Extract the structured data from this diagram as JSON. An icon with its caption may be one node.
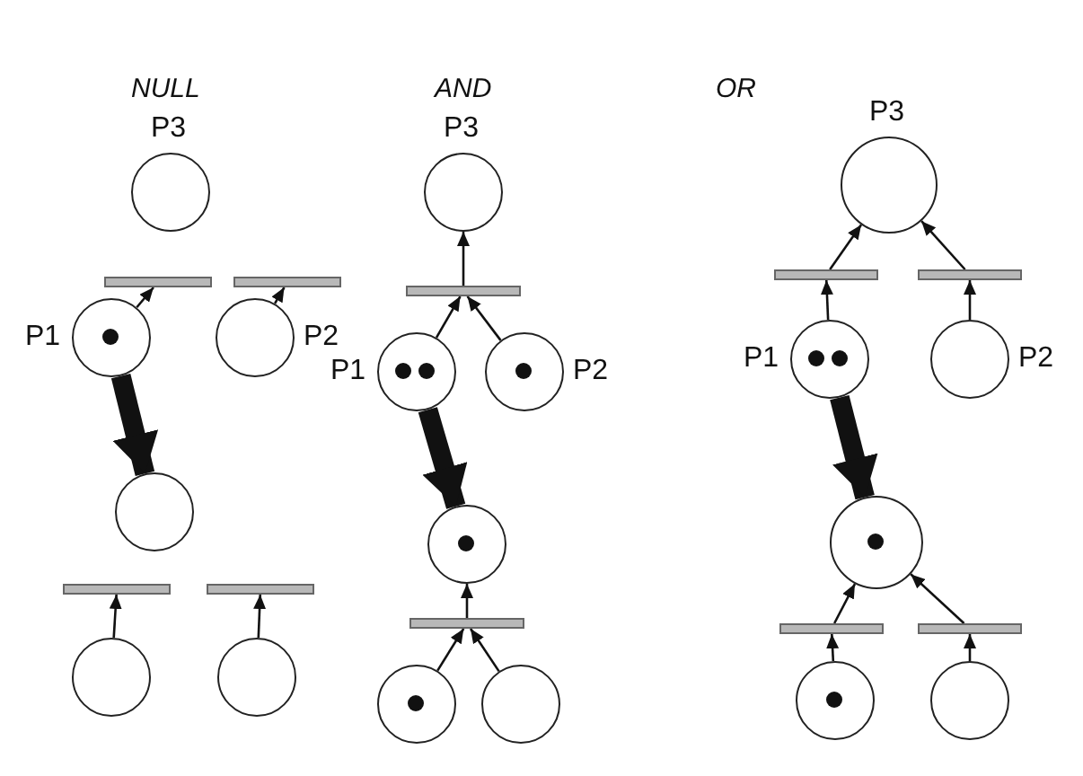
{
  "diagram": {
    "nodes": [
      {
        "text": [],
        "shape": "circle",
        "beside": [
          "P3"
        ]
      },
      {
        "text": [],
        "shape": "bar"
      },
      {
        "text": [],
        "shape": "bar"
      },
      {
        "text": [],
        "shape": "circle",
        "beside": [
          "P1"
        ]
      },
      {
        "text": [],
        "shape": "dot",
        "in": 3
      },
      {
        "text": [],
        "shape": "circle",
        "beside": [
          "P2"
        ]
      },
      {
        "text": [],
        "shape": "circle"
      },
      {
        "text": [],
        "shape": "bar"
      },
      {
        "text": [],
        "shape": "bar"
      },
      {
        "text": [],
        "shape": "circle"
      },
      {
        "text": [],
        "shape": "circle"
      },
      {
        "text": [],
        "shape": "circle",
        "beside": [
          "P3"
        ]
      },
      {
        "text": [],
        "shape": "bar"
      },
      {
        "text": [],
        "shape": "circle",
        "beside": [
          "P1"
        ]
      },
      {
        "text": [],
        "shape": "dot",
        "in": 13
      },
      {
        "text": [],
        "shape": "dot",
        "in": 13
      },
      {
        "text": [],
        "shape": "circle",
        "beside": [
          "P2"
        ]
      },
      {
        "text": [],
        "shape": "dot",
        "in": 16
      },
      {
        "text": [],
        "shape": "circle"
      },
      {
        "text": [],
        "shape": "dot",
        "in": 18
      },
      {
        "text": [],
        "shape": "bar"
      },
      {
        "text": [],
        "shape": "circle"
      },
      {
        "text": [],
        "shape": "dot",
        "in": 21
      },
      {
        "text": [],
        "shape": "circle"
      },
      {
        "text": [],
        "shape": "circle",
        "beside": [
          "P3"
        ]
      },
      {
        "text": [],
        "shape": "bar"
      },
      {
        "text": [],
        "shape": "bar"
      },
      {
        "text": [],
        "shape": "circle",
        "beside": [
          "P1"
        ]
      },
      {
        "text": [],
        "shape": "dot",
        "in": 27
      },
      {
        "text": [],
        "shape": "dot",
        "in": 27
      },
      {
        "text": [],
        "shape": "circle",
        "beside": [
          "P2"
        ]
      },
      {
        "text": [],
        "shape": "circle"
      },
      {
        "text": [],
        "shape": "dot",
        "in": 31
      },
      {
        "text": [],
        "shape": "bar"
      },
      {
        "text": [],
        "shape": "bar"
      },
      {
        "text": [],
        "shape": "circle"
      },
      {
        "text": [],
        "shape": "dot",
        "in": 35
      },
      {
        "text": [],
        "shape": "circle"
      }
    ],
    "edges": [
      {
        "from": 3,
        "to": 1,
        "arrow": "to"
      },
      {
        "from": 5,
        "to": 2,
        "arrow": "to"
      },
      {
        "from": 9,
        "to": 7,
        "arrow": "to"
      },
      {
        "from": 10,
        "to": 8,
        "arrow": "to"
      },
      {
        "from": 3,
        "to": 6,
        "arrow": "to",
        "style": "thick"
      },
      {
        "from": 13,
        "to": 12,
        "arrow": "to"
      },
      {
        "from": 16,
        "to": 12,
        "arrow": "to"
      },
      {
        "from": 12,
        "to": 11,
        "arrow": "to"
      },
      {
        "from": 21,
        "to": 20,
        "arrow": "to"
      },
      {
        "from": 23,
        "to": 20,
        "arrow": "to"
      },
      {
        "from": 20,
        "to": 18,
        "arrow": "to"
      },
      {
        "from": 13,
        "to": 18,
        "arrow": "to",
        "style": "thick"
      },
      {
        "from": 27,
        "to": 25,
        "arrow": "to"
      },
      {
        "from": 30,
        "to": 26,
        "arrow": "to"
      },
      {
        "from": 25,
        "to": 24,
        "arrow": "to"
      },
      {
        "from": 26,
        "to": 24,
        "arrow": "to"
      },
      {
        "from": 35,
        "to": 33,
        "arrow": "to"
      },
      {
        "from": 37,
        "to": 34,
        "arrow": "to"
      },
      {
        "from": 33,
        "to": 31,
        "arrow": "to"
      },
      {
        "from": 34,
        "to": 31,
        "arrow": "to"
      },
      {
        "from": 27,
        "to": 31,
        "arrow": "to",
        "style": "thick"
      }
    ],
    "labels": [
      "NULL",
      "AND",
      "OR"
    ]
  }
}
